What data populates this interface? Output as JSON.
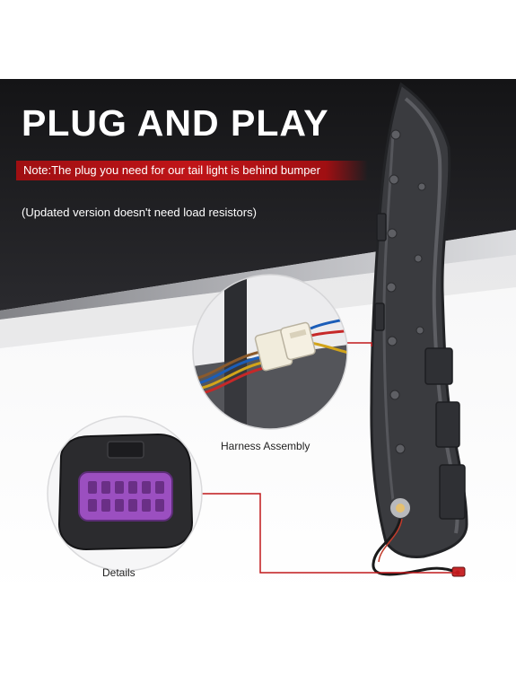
{
  "headline": "PLUG AND PLAY",
  "note": "Note:The plug you need for our tail light is behind bumper",
  "sub_note": "(Updated version doesn't need load resistors)",
  "callouts": {
    "harness_label": "Harness Assembly",
    "details_label": "Details"
  },
  "colors": {
    "accent_red": "#c01518",
    "background_dark": "#1a1a1c",
    "connector_purple": "#9b4fc0"
  },
  "icons": {
    "tail_light": "tail-light-image",
    "harness": "harness-connector-image",
    "plug": "plug-connector-image"
  }
}
